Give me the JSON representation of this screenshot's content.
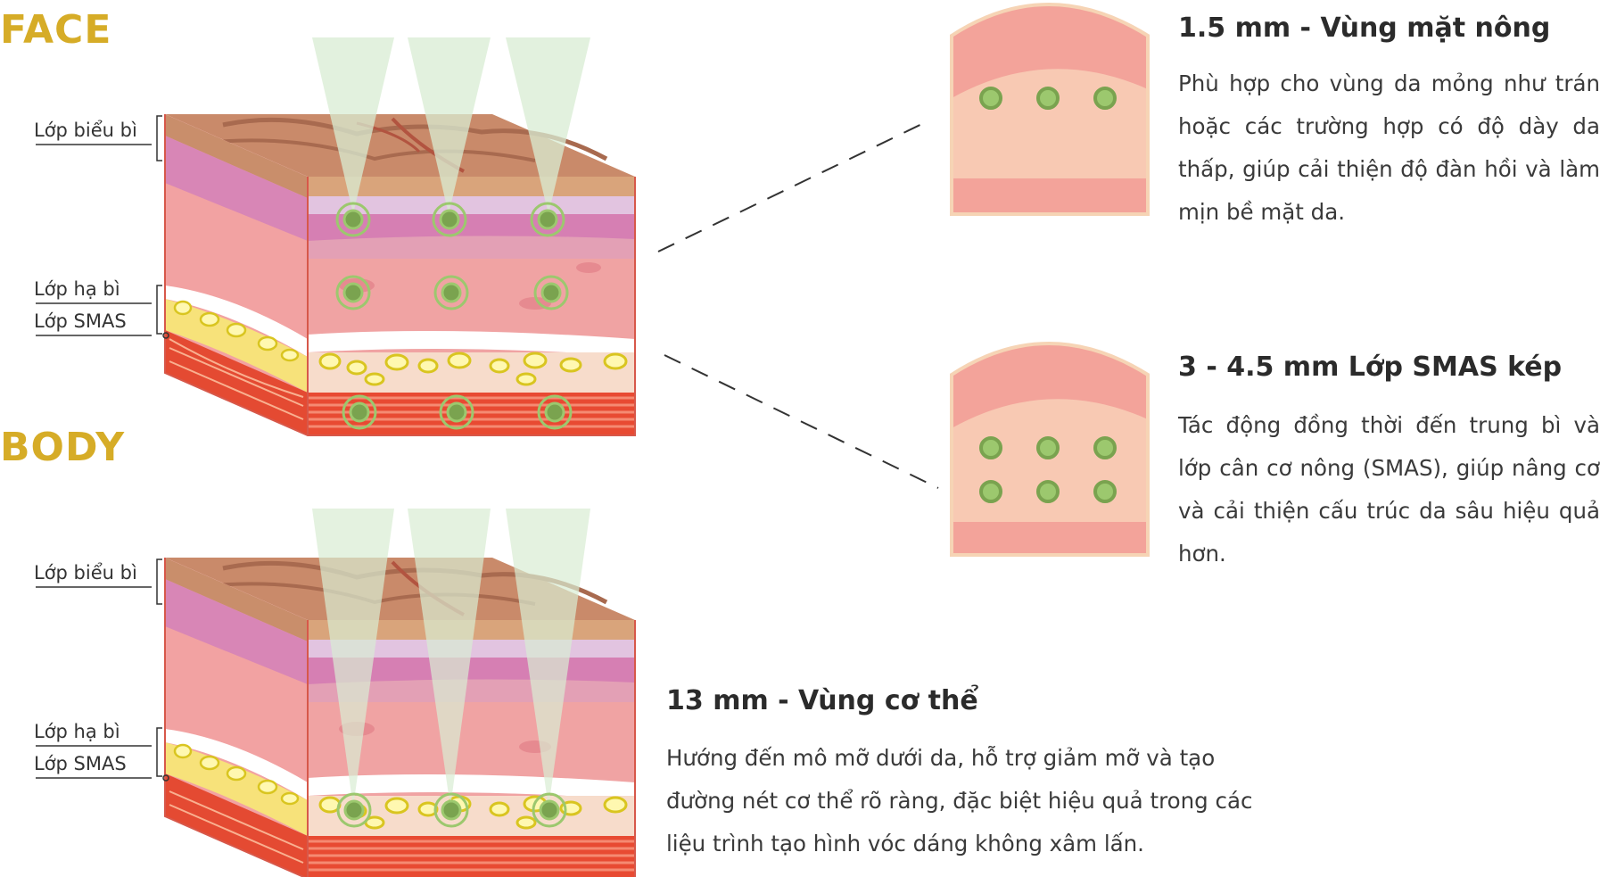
{
  "sections": {
    "face": {
      "title": "FACE",
      "labels": {
        "epidermis": "Lớp biểu bì",
        "dermis": "Lớp hạ bì",
        "smas": "Lớp SMAS"
      }
    },
    "body": {
      "title": "BODY",
      "labels": {
        "epidermis": "Lớp biểu bì",
        "dermis": "Lớp hạ bì",
        "smas": "Lớp SMAS"
      }
    }
  },
  "details": [
    {
      "heading": "1.5 mm - Vùng mặt nông",
      "text": "Phù hợp cho vùng da mỏng như trán hoặc các trường hợp có độ dày da thấp, giúp cải thiện độ đàn hồi và làm mịn bề mặt da."
    },
    {
      "heading": "3 - 4.5 mm Lớp SMAS kép",
      "text": "Tác động đồng thời đến trung bì và lớp cân cơ nông (SMAS), giúp nâng cơ và cải thiện cấu trúc da sâu hiệu quả hơn."
    },
    {
      "heading": "13 mm - Vùng cơ thể",
      "text": "Hướng đến mô mỡ dưới da, hỗ trợ giảm mỡ và tạo đường nét cơ thể rõ ràng, đặc biệt hiệu quả trong các liệu trình tạo hình vóc dáng không xâm lấn."
    }
  ],
  "colors": {
    "gold": "#d6ac27",
    "beam": "#d8ecd3",
    "focal": "#7aa34f",
    "skin_top": "#c98a6a",
    "dermis": "#f1a0a0",
    "fat": "#e8e24a",
    "muscle": "#e24a35"
  }
}
